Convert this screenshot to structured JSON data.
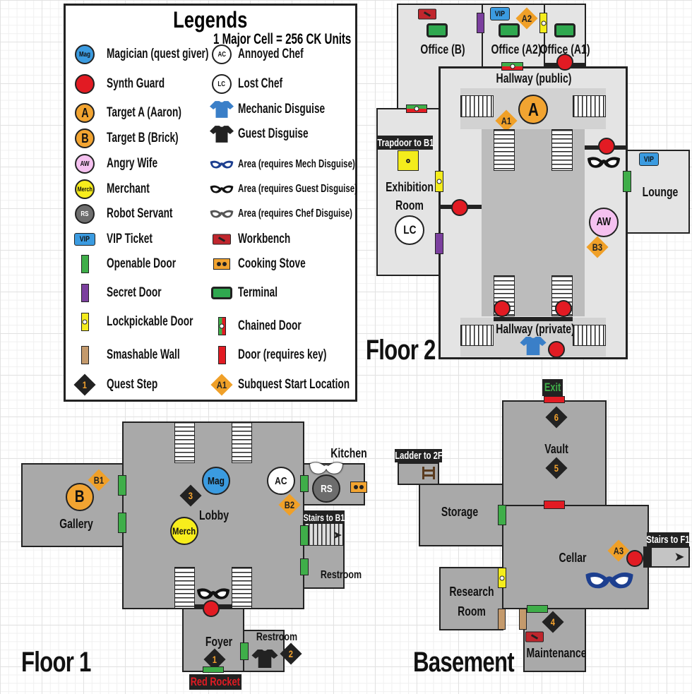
{
  "legend": {
    "title": "Legends",
    "scale": "1 Major Cell = 256 CK Units",
    "left": [
      {
        "icon": "Mag",
        "label": "Magician (quest giver)"
      },
      {
        "icon": "",
        "label": "Synth Guard"
      },
      {
        "icon": "A",
        "label": "Target A (Aaron)"
      },
      {
        "icon": "B",
        "label": "Target B (Brick)"
      },
      {
        "icon": "AW",
        "label": "Angry Wife"
      },
      {
        "icon": "Merch",
        "label": "Merchant"
      },
      {
        "icon": "RS",
        "label": "Robot Servant"
      },
      {
        "icon": "VIP",
        "label": "VIP Ticket"
      },
      {
        "icon": "",
        "label": "Openable Door"
      },
      {
        "icon": "",
        "label": "Secret Door"
      },
      {
        "icon": "",
        "label": "Lockpickable Door"
      },
      {
        "icon": "",
        "label": "Smashable Wall"
      },
      {
        "icon": "1",
        "label": "Quest Step"
      }
    ],
    "right": [
      {
        "icon": "AC",
        "label": "Annoyed Chef"
      },
      {
        "icon": "LC",
        "label": "Lost Chef"
      },
      {
        "icon": "",
        "label": "Mechanic Disguise"
      },
      {
        "icon": "",
        "label": "Guest Disguise"
      },
      {
        "icon": "",
        "label": "Area (requires Mech Disguise)"
      },
      {
        "icon": "",
        "label": "Area (requires Guest Disguise)"
      },
      {
        "icon": "",
        "label": "Area (requires Chef Disguise)"
      },
      {
        "icon": "",
        "label": "Workbench"
      },
      {
        "icon": "",
        "label": "Cooking Stove"
      },
      {
        "icon": "",
        "label": "Terminal"
      },
      {
        "icon": "",
        "label": "Chained Door"
      },
      {
        "icon": "",
        "label": "Door (requires key)"
      },
      {
        "icon": "A1",
        "label": "Subquest Start Location"
      }
    ]
  },
  "colors": {
    "guard": "#e21b23",
    "target": "#f2a431",
    "magician": "#3b9be0",
    "angry_wife": "#f5c1f0",
    "merchant": "#f7ed1c",
    "robot": "#6d6d6d",
    "door_open": "#3fae49",
    "door_secret": "#7b3f9e",
    "door_lock": "#f4ec1c",
    "wall_smash": "#c49a6c"
  },
  "floor2": {
    "title": "Floor 2",
    "rooms": {
      "office_b": "Office (B)",
      "office_a2": "Office (A2)",
      "office_a1": "Office (A1)",
      "hall_public": "Hallway (public)",
      "hall_private": "Hallway (private)",
      "exhibition_1": "Exhibition",
      "exhibition_2": "Room",
      "lounge": "Lounge"
    },
    "trapdoor": "Trapdoor to B1",
    "markers": {
      "target_a": "A",
      "a1": "A1",
      "a2": "A2",
      "b3": "B3",
      "aw": "AW",
      "lc": "LC",
      "vip": "VIP"
    }
  },
  "floor1": {
    "title": "Floor 1",
    "rooms": {
      "gallery": "Gallery",
      "lobby": "Lobby",
      "kitchen": "Kitchen",
      "restroom_east": "Restroom",
      "foyer": "Foyer",
      "restroom_south": "Restroom"
    },
    "stairs": "Stairs to B1",
    "exit": "Red Rocket",
    "markers": {
      "target_b": "B",
      "b1": "B1",
      "b2": "B2",
      "mag": "Mag",
      "merch": "Merch",
      "ac": "AC",
      "rs": "RS",
      "step1": "1",
      "step2": "2",
      "step3": "3"
    }
  },
  "basement": {
    "title": "Basement",
    "rooms": {
      "vault": "Vault",
      "storage": "Storage",
      "cellar": "Cellar",
      "research_1": "Research",
      "research_2": "Room",
      "maintenance": "Maintenance"
    },
    "exit": "Exit",
    "ladder": "Ladder to 2F",
    "stairs": "Stairs to F1",
    "markers": {
      "a3": "A3",
      "step4": "4",
      "step5": "5",
      "step6": "6"
    }
  }
}
